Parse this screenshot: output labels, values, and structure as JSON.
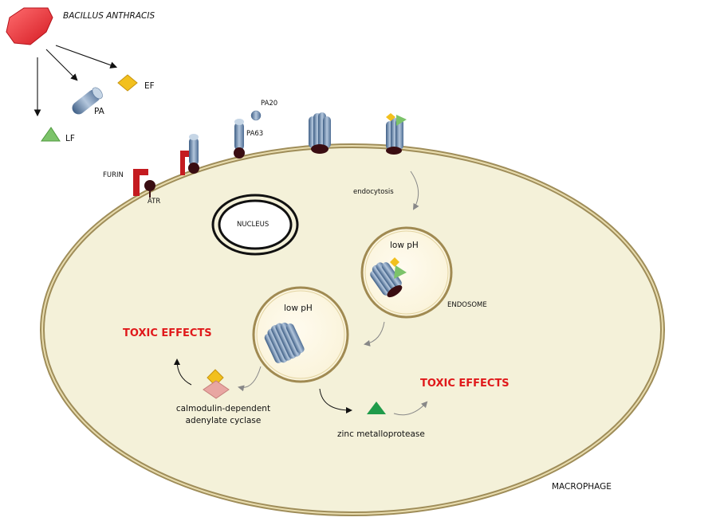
{
  "labels": {
    "organism": "BACILLUS ANTHRACIS",
    "ef": "EF",
    "pa": "PA",
    "lf": "LF",
    "pa20": "PA20",
    "pa63": "PA63",
    "furin": "FURIN",
    "atr": "ATR",
    "endocytosis": "endocytosis",
    "nucleus": "NUCLEUS",
    "low_ph_1": "low pH",
    "low_ph_2": "low pH",
    "endosome": "ENDOSOME",
    "toxic_effects_left": "TOXIC EFFECTS",
    "toxic_effects_right": "TOXIC EFFECTS",
    "calmodulin_line1": "calmodulin-dependent",
    "calmodulin_line2": "adenylate cyclase",
    "zinc": "zinc metalloprotease",
    "macrophage": "MACROPHAGE"
  },
  "colors": {
    "bacterium": "#e8262b",
    "ef": "#f2c01e",
    "lf": "#7cc36a",
    "lf_zinc": "#1f9b4a",
    "pa": "#6a87ad",
    "receptor": "#3a0d12",
    "furin": "#c41b20",
    "cell_fill": "#f4f1d9",
    "membrane": "#c9b886",
    "toxic": "#e0191b",
    "adenylate_cyclase": "#e8a6a2"
  }
}
